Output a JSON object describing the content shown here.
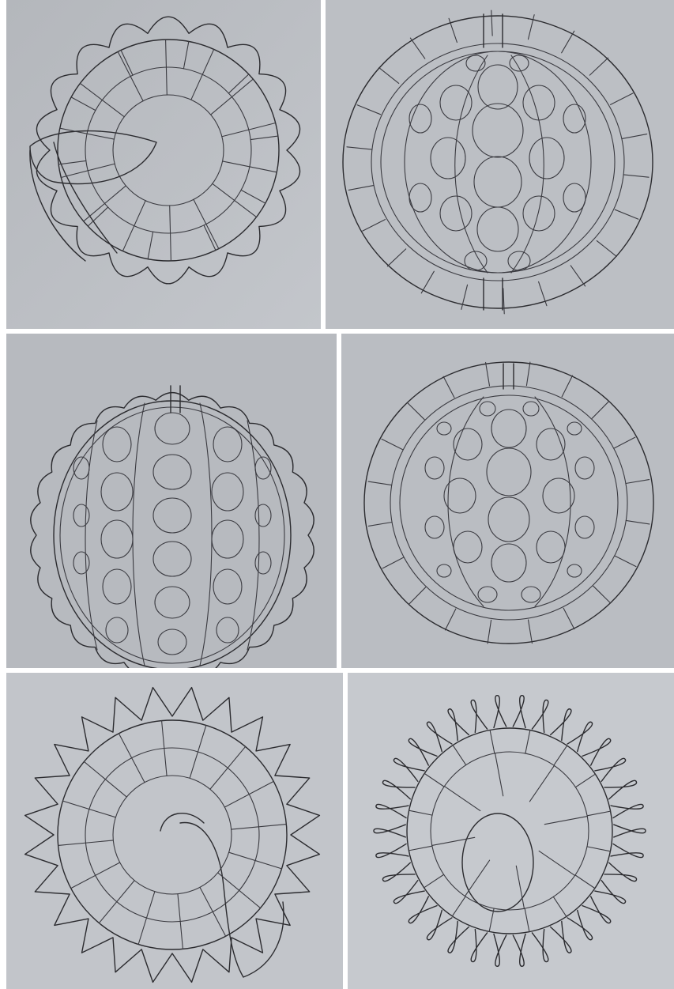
{
  "paper_color": "#b9bcc1",
  "ink_color": "#2b2b2f",
  "panels": [
    {
      "id": "spiral-shell-scalloped",
      "icon": "spiral-shell-icon"
    },
    {
      "id": "segmented-ring-pebbles",
      "icon": "segmented-ring-icon"
    },
    {
      "id": "scalloped-disc-rows",
      "icon": "scalloped-disc-icon"
    },
    {
      "id": "segmented-ring-pebbles-dense",
      "icon": "segmented-ring-icon"
    },
    {
      "id": "spiral-shell-spiked",
      "icon": "spiral-spike-icon"
    },
    {
      "id": "disc-wavy-tentacles",
      "icon": "tentacle-disc-icon"
    }
  ]
}
